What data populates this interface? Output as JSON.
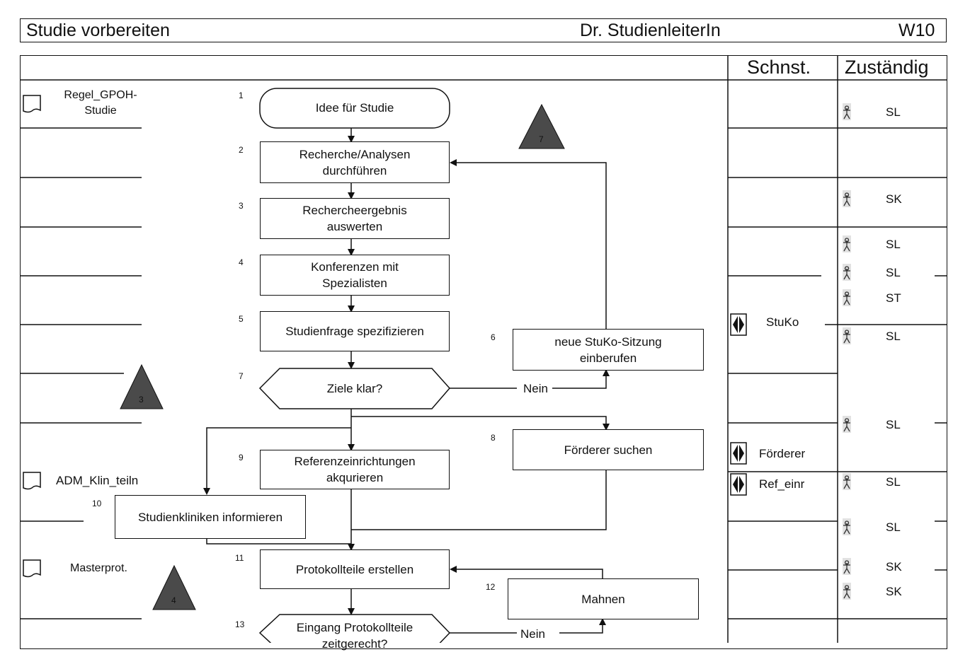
{
  "header": {
    "title": "Studie vorbereiten",
    "role": "Dr. StudienleiterIn",
    "code": "W10"
  },
  "columns": {
    "interface": "Schnst.",
    "responsible": "Zuständig"
  },
  "documents": [
    {
      "label": "Regel_GPOH-\nStudie"
    },
    {
      "label": "ADM_Klin_teiln"
    },
    {
      "label": "Masterprot."
    }
  ],
  "risk_markers": [
    "7",
    "3",
    "4"
  ],
  "steps": [
    {
      "num": "1",
      "text": "Idee für Studie"
    },
    {
      "num": "2",
      "text": "Recherche/Analysen\ndurchführen"
    },
    {
      "num": "3",
      "text": "Rechercheergebnis\nauswerten"
    },
    {
      "num": "4",
      "text": "Konferenzen mit\nSpezialisten"
    },
    {
      "num": "5",
      "text": "Studienfrage spezifizieren"
    },
    {
      "num": "6",
      "text": "neue StuKo-Sitzung\neinberufen"
    },
    {
      "num": "7",
      "text": "Ziele klar?"
    },
    {
      "num": "8",
      "text": "Förderer suchen"
    },
    {
      "num": "9",
      "text": "Referenzeinrichtungen\nakqurieren"
    },
    {
      "num": "10",
      "text": "Studienkliniken informieren"
    },
    {
      "num": "11",
      "text": "Protokollteile erstellen"
    },
    {
      "num": "12",
      "text": "Mahnen"
    },
    {
      "num": "13",
      "text": "Eingang Protokollteile\nzeitgerecht?"
    }
  ],
  "edge_labels": {
    "no_1": "Nein",
    "no_2": "Nein"
  },
  "interfaces": [
    "StuKo",
    "Förderer",
    "Ref_einr"
  ],
  "responsible": [
    "SL",
    "SK",
    "SL",
    "SL",
    "ST",
    "SL",
    "SL",
    "SL",
    "SL",
    "SK",
    "SK"
  ]
}
